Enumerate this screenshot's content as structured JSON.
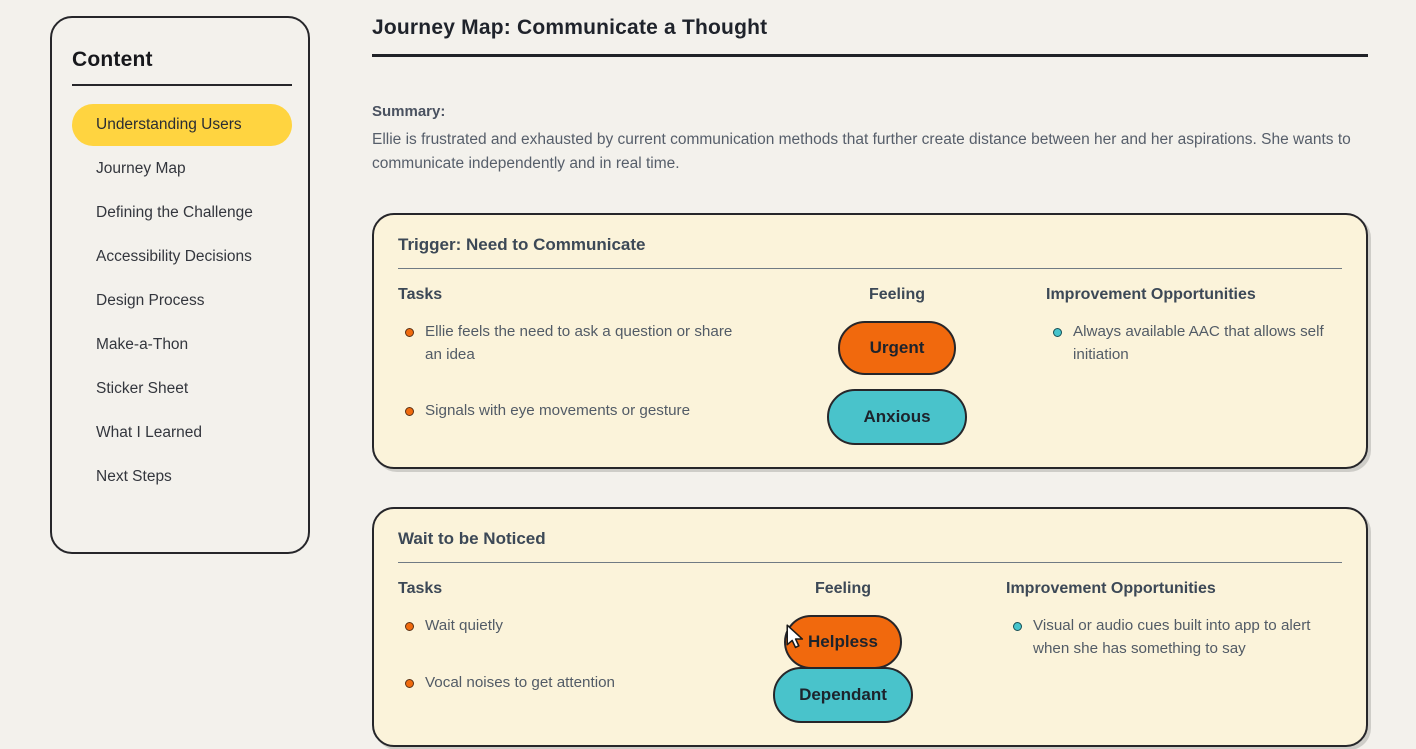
{
  "sidebar": {
    "title": "Content",
    "items": [
      {
        "label": "Understanding Users",
        "active": true
      },
      {
        "label": "Journey Map",
        "active": false
      },
      {
        "label": "Defining the Challenge",
        "active": false
      },
      {
        "label": "Accessibility Decisions",
        "active": false
      },
      {
        "label": "Design Process",
        "active": false
      },
      {
        "label": "Make-a-Thon",
        "active": false
      },
      {
        "label": "Sticker Sheet",
        "active": false
      },
      {
        "label": "What I Learned",
        "active": false
      },
      {
        "label": "Next Steps",
        "active": false
      }
    ]
  },
  "page": {
    "title": "Journey Map: Communicate a Thought"
  },
  "summary": {
    "label": "Summary:",
    "text": "Ellie is frustrated and exhausted by current communication methods that further create distance between her and her aspirations. She wants to communicate independently and in real time."
  },
  "columns": {
    "tasks_label": "Tasks",
    "feeling_label": "Feeling",
    "improvement_label": "Improvement Opportunities"
  },
  "cards": [
    {
      "title": "Trigger: Need to Communicate",
      "tasks": [
        "Ellie feels the need to ask a question or share an idea",
        "Signals with eye movements or gesture"
      ],
      "feelings": [
        {
          "label": "Urgent",
          "color": "orange"
        },
        {
          "label": "Anxious",
          "color": "teal"
        }
      ],
      "improvements": [
        "Always available AAC that allows self initiation"
      ]
    },
    {
      "title": "Wait to be Noticed",
      "tasks": [
        "Wait quietly",
        "Vocal noises to get attention"
      ],
      "feelings": [
        {
          "label": "Helpless",
          "color": "orange"
        },
        {
          "label": "Dependant",
          "color": "teal"
        }
      ],
      "improvements": [
        "Visual or audio cues built into app to alert when she has something to say"
      ]
    }
  ],
  "icons": {
    "cursor": "arrow-pointer"
  },
  "colors": {
    "page_bg": "#F3F1EC",
    "card_bg": "#FBF3DA",
    "border_dark": "#26262A",
    "accent_yellow": "#FFD440",
    "pill_orange": "#F1690D",
    "pill_teal": "#49C3CB",
    "heading_text": "#3C4856",
    "body_text": "#525B66"
  }
}
